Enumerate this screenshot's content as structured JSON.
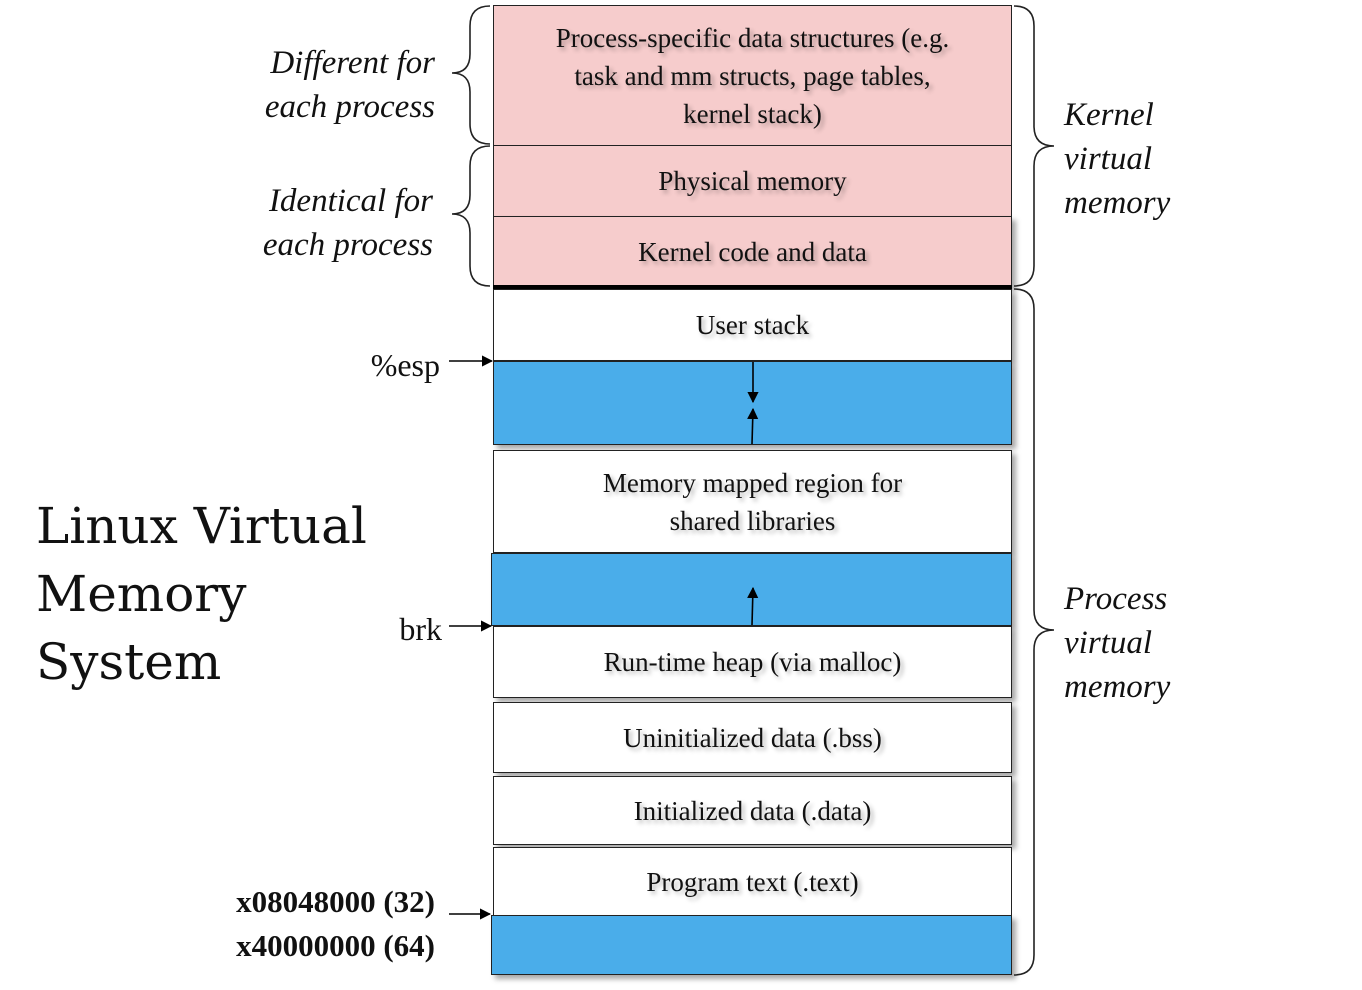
{
  "title": {
    "line1": "Linux Virtual",
    "line2": "Memory",
    "line3": "System"
  },
  "segments": {
    "process_specific": "Process-specific data structures (e.g. task and mm structs, page tables, kernel stack)",
    "physical_memory": "Physical memory",
    "kernel_code": "Kernel code and data",
    "user_stack": "User stack",
    "mmap_region": "Memory mapped region for shared libraries",
    "heap": "Run-time heap (via malloc)",
    "bss": "Uninitialized data (.bss)",
    "data": "Initialized data (.data)",
    "text": "Program text (.text)"
  },
  "left_labels": {
    "different": "Different for each process",
    "identical": "Identical for each process"
  },
  "right_labels": {
    "kernel_vm": "Kernel virtual memory",
    "process_vm": "Process virtual memory"
  },
  "pointers": {
    "esp": "%esp",
    "brk": "brk",
    "addr32": "x08048000 (32)",
    "addr64": "x40000000 (64)"
  },
  "colors": {
    "kernel_fill": "#f6cccc",
    "free_fill": "#4aadea",
    "user_fill": "#ffffff"
  }
}
